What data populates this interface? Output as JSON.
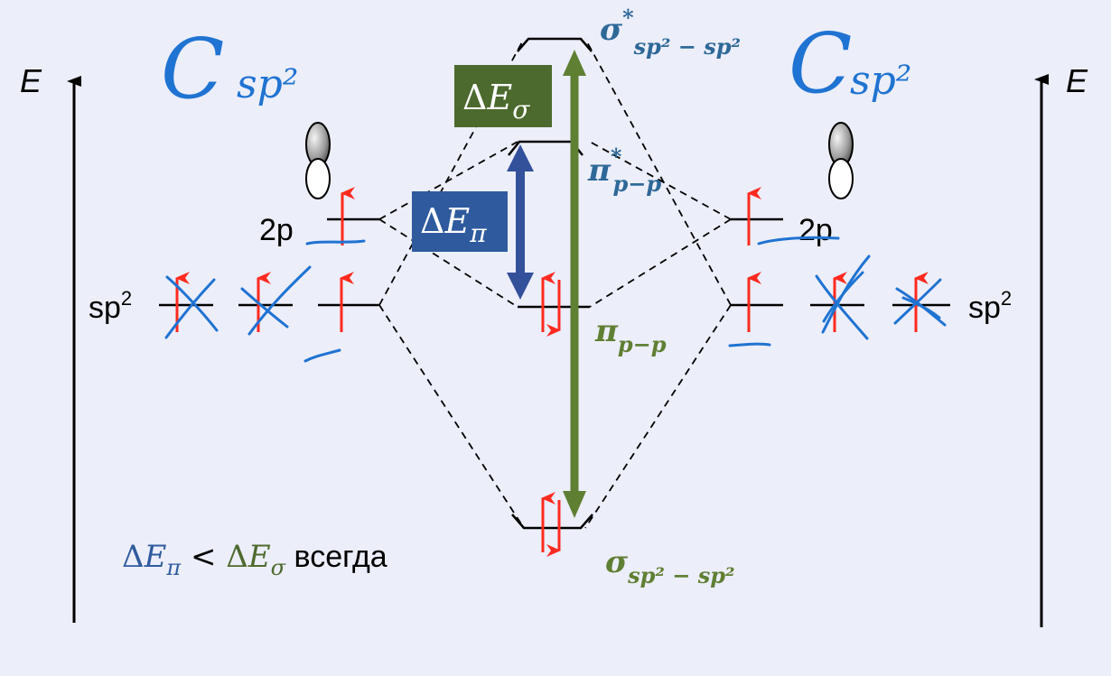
{
  "axis": {
    "left_label": "E",
    "right_label": "E"
  },
  "atom_left": {
    "big_letter": "C",
    "subscript": "sp²"
  },
  "atom_right": {
    "big_letter": "C",
    "subscript": "sp²"
  },
  "atomic_levels": {
    "left_2p": {
      "level": "2p",
      "superscript": ""
    },
    "left_sp2": {
      "base": "sp",
      "superscript": "2"
    },
    "right_2p": {
      "level": "2p",
      "superscript": ""
    },
    "right_sp2": {
      "base": "sp",
      "superscript": "2"
    }
  },
  "mo_labels": {
    "sigma_star": {
      "symbol": "σ",
      "star": "*",
      "subscript": "sp² − sp²"
    },
    "pi_star": {
      "symbol": "π",
      "star": "*",
      "subscript": "p−p"
    },
    "pi": {
      "symbol": "π",
      "subscript": "p−p"
    },
    "sigma": {
      "symbol": "σ",
      "subscript": "sp² − sp²"
    }
  },
  "delta_labels": {
    "delta_sigma": {
      "delta": "Δ",
      "symbol": "E",
      "subscript": "σ"
    },
    "delta_pi": {
      "delta": "Δ",
      "symbol": "E",
      "subscript": "π"
    }
  },
  "comparison": {
    "lhs_delta": "Δ",
    "lhs_symbol": "E",
    "lhs_sub": "π",
    "op": " < ",
    "rhs_delta": "Δ",
    "rhs_symbol": "E",
    "rhs_sub": "σ",
    "word": " всегда"
  },
  "colors": {
    "background": "#eceefa",
    "electron": "#ff2a1f",
    "ink_blue": "#1f73d2",
    "delta_sigma": "#4d6a2e",
    "delta_pi": "#2f5b9e",
    "sigma_arrow": "#5f7f33",
    "pi_arrow": "#33509a",
    "mo_label_blue": "#2d6898",
    "mo_label_green": "#5f7f33"
  }
}
